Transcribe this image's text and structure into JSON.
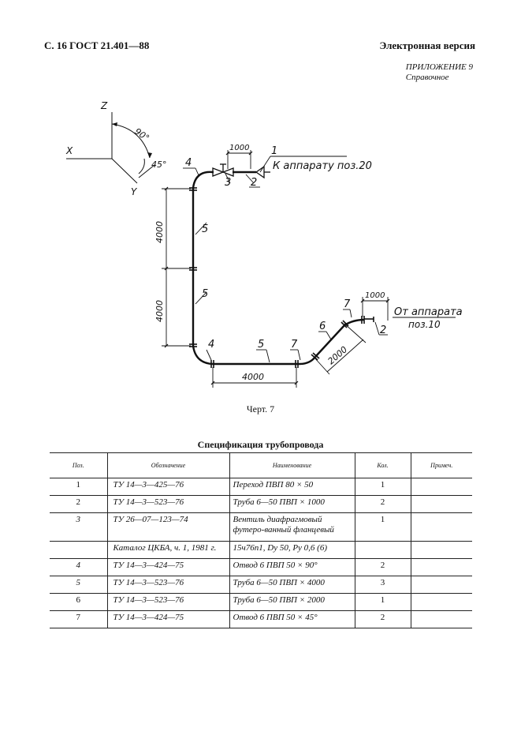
{
  "header": {
    "left": "С. 16 ГОСТ 21.401—88",
    "right": "Электронная версия",
    "appendix_title": "ПРИЛОЖЕНИЕ 9",
    "appendix_sub": "Справочное"
  },
  "drawing": {
    "axes": {
      "z": "Z",
      "x": "X",
      "y": "Y",
      "angle_90": "90°",
      "angle_45": "45°"
    },
    "dims": {
      "top_1000": "1000",
      "v_4000_a": "4000",
      "v_4000_b": "4000",
      "h_4000": "4000",
      "diag_2000": "2000",
      "right_1000": "1000"
    },
    "positions": {
      "p1": "1",
      "p2_top": "2",
      "p3": "3",
      "p4_top": "4",
      "p5_a": "5",
      "p5_b": "5",
      "p4_bottom": "4",
      "p5_c": "5",
      "p7_a": "7",
      "p6": "6",
      "p7_b": "7",
      "p2_right": "2"
    },
    "notes": {
      "to_apparatus": "К аппарату поз.20",
      "from_apparatus_1": "От аппарата",
      "from_apparatus_2": "поз.10"
    }
  },
  "caption": "Черт. 7",
  "spec_title": "Спецификация трубопровода",
  "table": {
    "headers": [
      "Поз.",
      "Обозначение",
      "Наименование",
      "Кол.",
      "Примеч."
    ],
    "rows": [
      {
        "pos": "1",
        "code": "ТУ 14—3—425—76",
        "name": "Переход ПВП 80 × 50",
        "qty": "1",
        "note": ""
      },
      {
        "pos": "2",
        "code": "ТУ 14—3—523—76",
        "name": "Труба 6—50 ПВП × 1000",
        "qty": "2",
        "note": ""
      },
      {
        "pos": "3",
        "code": "ТУ 26—07—123—74",
        "name": "Вентиль диафрагмовый футеро-ванный фланцевый",
        "qty": "1",
        "note": ""
      },
      {
        "pos": "",
        "code": "Каталог ЦКБА, ч. 1, 1981 г.",
        "name": "15ч76п1, Dу 50, Ру 0,6 (6)",
        "qty": "",
        "note": ""
      },
      {
        "pos": "4",
        "code": "ТУ 14—3—424—75",
        "name": "Отвод 6 ПВП 50 × 90°",
        "qty": "2",
        "note": ""
      },
      {
        "pos": "5",
        "code": "ТУ 14—3—523—76",
        "name": "Труба 6—50 ПВП × 4000",
        "qty": "3",
        "note": ""
      },
      {
        "pos": "6",
        "code": "ТУ 14—3—523—76",
        "name": "Труба 6—50 ПВП × 2000",
        "qty": "1",
        "note": ""
      },
      {
        "pos": "7",
        "code": "ТУ 14—3—424—75",
        "name": "Отвод 6 ПВП 50 × 45°",
        "qty": "2",
        "note": ""
      }
    ]
  }
}
